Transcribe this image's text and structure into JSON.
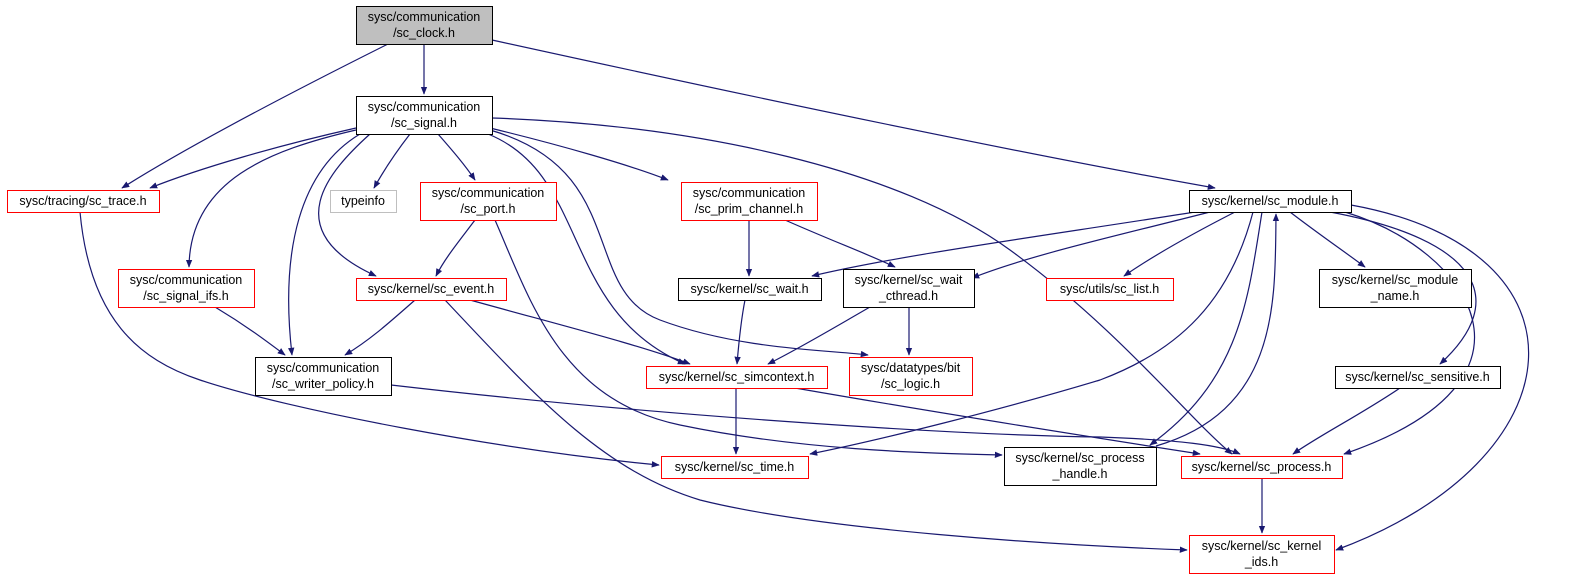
{
  "diagram": {
    "colors": {
      "edge": "#191970",
      "border_default": "#000000",
      "border_red": "#ff0000",
      "border_gray": "#bfbfbf",
      "fill_root": "#bfbfbf",
      "fill_default": "#ffffff"
    },
    "nodes": [
      {
        "id": "clock",
        "lines": [
          "sysc/communication",
          "/sc_clock.h"
        ],
        "style": "root"
      },
      {
        "id": "signal",
        "lines": [
          "sysc/communication",
          "/sc_signal.h"
        ],
        "style": "black"
      },
      {
        "id": "trace",
        "lines": [
          "sysc/tracing/sc_trace.h"
        ],
        "style": "red"
      },
      {
        "id": "typeinfo",
        "lines": [
          "typeinfo"
        ],
        "style": "gray"
      },
      {
        "id": "port",
        "lines": [
          "sysc/communication",
          "/sc_port.h"
        ],
        "style": "red"
      },
      {
        "id": "prim",
        "lines": [
          "sysc/communication",
          "/sc_prim_channel.h"
        ],
        "style": "red"
      },
      {
        "id": "module",
        "lines": [
          "sysc/kernel/sc_module.h"
        ],
        "style": "black"
      },
      {
        "id": "signal_ifs",
        "lines": [
          "sysc/communication",
          "/sc_signal_ifs.h"
        ],
        "style": "red"
      },
      {
        "id": "event",
        "lines": [
          "sysc/kernel/sc_event.h"
        ],
        "style": "red"
      },
      {
        "id": "wait",
        "lines": [
          "sysc/kernel/sc_wait.h"
        ],
        "style": "black"
      },
      {
        "id": "wait_cthread",
        "lines": [
          "sysc/kernel/sc_wait",
          "_cthread.h"
        ],
        "style": "black"
      },
      {
        "id": "list",
        "lines": [
          "sysc/utils/sc_list.h"
        ],
        "style": "red"
      },
      {
        "id": "module_name",
        "lines": [
          "sysc/kernel/sc_module",
          "_name.h"
        ],
        "style": "black"
      },
      {
        "id": "writer",
        "lines": [
          "sysc/communication",
          "/sc_writer_policy.h"
        ],
        "style": "black"
      },
      {
        "id": "simcontext",
        "lines": [
          "sysc/kernel/sc_simcontext.h"
        ],
        "style": "red"
      },
      {
        "id": "logic",
        "lines": [
          "sysc/datatypes/bit",
          "/sc_logic.h"
        ],
        "style": "red"
      },
      {
        "id": "sensitive",
        "lines": [
          "sysc/kernel/sc_sensitive.h"
        ],
        "style": "black"
      },
      {
        "id": "time",
        "lines": [
          "sysc/kernel/sc_time.h"
        ],
        "style": "red"
      },
      {
        "id": "process_handle",
        "lines": [
          "sysc/kernel/sc_process",
          "_handle.h"
        ],
        "style": "black"
      },
      {
        "id": "process",
        "lines": [
          "sysc/kernel/sc_process.h"
        ],
        "style": "red"
      },
      {
        "id": "kernel_ids",
        "lines": [
          "sysc/kernel/sc_kernel",
          "_ids.h"
        ],
        "style": "red"
      }
    ],
    "edges": [
      {
        "from": "clock",
        "to": "signal"
      },
      {
        "from": "clock",
        "to": "trace"
      },
      {
        "from": "clock",
        "to": "module"
      },
      {
        "from": "signal",
        "to": "trace"
      },
      {
        "from": "signal",
        "to": "typeinfo"
      },
      {
        "from": "signal",
        "to": "port"
      },
      {
        "from": "signal",
        "to": "prim"
      },
      {
        "from": "signal",
        "to": "signal_ifs"
      },
      {
        "from": "signal",
        "to": "event"
      },
      {
        "from": "signal",
        "to": "writer"
      },
      {
        "from": "signal",
        "to": "simcontext"
      },
      {
        "from": "signal",
        "to": "logic"
      },
      {
        "from": "signal",
        "to": "process"
      },
      {
        "from": "trace",
        "to": "time"
      },
      {
        "from": "port",
        "to": "event"
      },
      {
        "from": "port",
        "to": "process_handle"
      },
      {
        "from": "prim",
        "to": "wait"
      },
      {
        "from": "prim",
        "to": "wait_cthread"
      },
      {
        "from": "module",
        "to": "wait"
      },
      {
        "from": "module",
        "to": "wait_cthread"
      },
      {
        "from": "module",
        "to": "list"
      },
      {
        "from": "module",
        "to": "module_name"
      },
      {
        "from": "module",
        "to": "sensitive"
      },
      {
        "from": "module",
        "to": "time"
      },
      {
        "from": "module",
        "to": "process_handle"
      },
      {
        "from": "module",
        "to": "process"
      },
      {
        "from": "module",
        "to": "kernel_ids"
      },
      {
        "from": "signal_ifs",
        "to": "writer"
      },
      {
        "from": "event",
        "to": "writer"
      },
      {
        "from": "event",
        "to": "simcontext"
      },
      {
        "from": "event",
        "to": "kernel_ids"
      },
      {
        "from": "wait",
        "to": "simcontext"
      },
      {
        "from": "wait_cthread",
        "to": "simcontext"
      },
      {
        "from": "wait_cthread",
        "to": "logic"
      },
      {
        "from": "writer",
        "to": "process"
      },
      {
        "from": "simcontext",
        "to": "time"
      },
      {
        "from": "simcontext",
        "to": "process"
      },
      {
        "from": "sensitive",
        "to": "process"
      },
      {
        "from": "process_handle",
        "to": "module"
      },
      {
        "from": "process",
        "to": "kernel_ids"
      }
    ]
  }
}
